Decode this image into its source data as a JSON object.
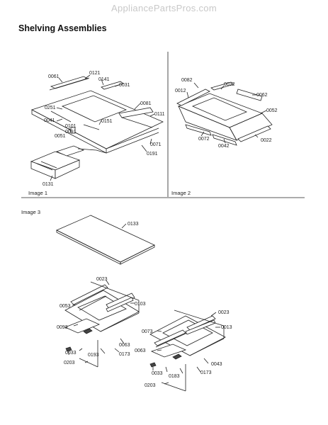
{
  "watermark": "AppliancePartsPros.com",
  "title": "Shelving Assemblies",
  "image_labels": {
    "image1": "Image 1",
    "image2": "Image 2",
    "image3": "Image 3"
  },
  "parts": {
    "p0061a": "0061",
    "p0121": "0121",
    "p0141": "0141",
    "p0031": "0031",
    "p0081": "0081",
    "p0251": "0251",
    "p0111": "0111",
    "p0041": "0041",
    "p0101": "0101",
    "p0091": "0091",
    "p0151": "0151",
    "p0051": "0051",
    "p0071": "0071",
    "p0191": "0191",
    "p0131": "0131",
    "p0082": "0082",
    "p0032": "0032",
    "p0012": "0012",
    "p0062": "0062",
    "p0052": "0052",
    "p0072": "0072",
    "p0042": "0042",
    "p0022": "0022",
    "p0133": "0133",
    "p0023a": "0023",
    "p0053": "0053",
    "p0103": "0103",
    "p0093": "0093",
    "p0063a": "0063",
    "p0033a": "0033",
    "p0193": "0193",
    "p0173a": "0173",
    "p0203a": "0203",
    "p0023b": "0023",
    "p0073": "0073",
    "p0013": "0013",
    "p0063b": "0063",
    "p0033b": "0033",
    "p0183": "0183",
    "p0173b": "0173",
    "p0043": "0043",
    "p0203b": "0203"
  }
}
